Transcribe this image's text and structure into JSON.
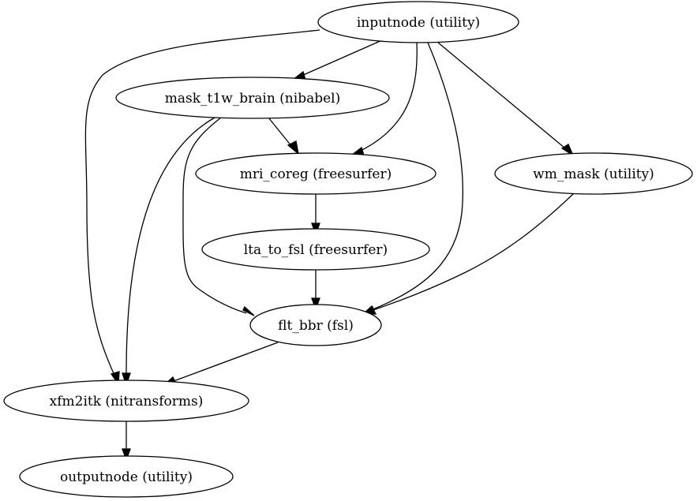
{
  "nodes": {
    "inputnode": "inputnode (utility)",
    "mask_t1w_brain": "mask_t1w_brain (nibabel)",
    "mri_coreg": "mri_coreg (freesurfer)",
    "wm_mask": "wm_mask (utility)",
    "lta_to_fsl": "lta_to_fsl (freesurfer)",
    "flt_bbr": "flt_bbr (fsl)",
    "xfm2itk": "xfm2itk (nitransforms)",
    "outputnode": "outputnode (utility)"
  },
  "edges": [
    [
      "inputnode",
      "mask_t1w_brain"
    ],
    [
      "inputnode",
      "mri_coreg"
    ],
    [
      "inputnode",
      "wm_mask"
    ],
    [
      "inputnode",
      "flt_bbr"
    ],
    [
      "inputnode",
      "xfm2itk"
    ],
    [
      "mask_t1w_brain",
      "mri_coreg"
    ],
    [
      "mask_t1w_brain",
      "flt_bbr"
    ],
    [
      "mask_t1w_brain",
      "xfm2itk"
    ],
    [
      "mri_coreg",
      "lta_to_fsl"
    ],
    [
      "lta_to_fsl",
      "flt_bbr"
    ],
    [
      "wm_mask",
      "flt_bbr"
    ],
    [
      "flt_bbr",
      "xfm2itk"
    ],
    [
      "xfm2itk",
      "outputnode"
    ]
  ]
}
